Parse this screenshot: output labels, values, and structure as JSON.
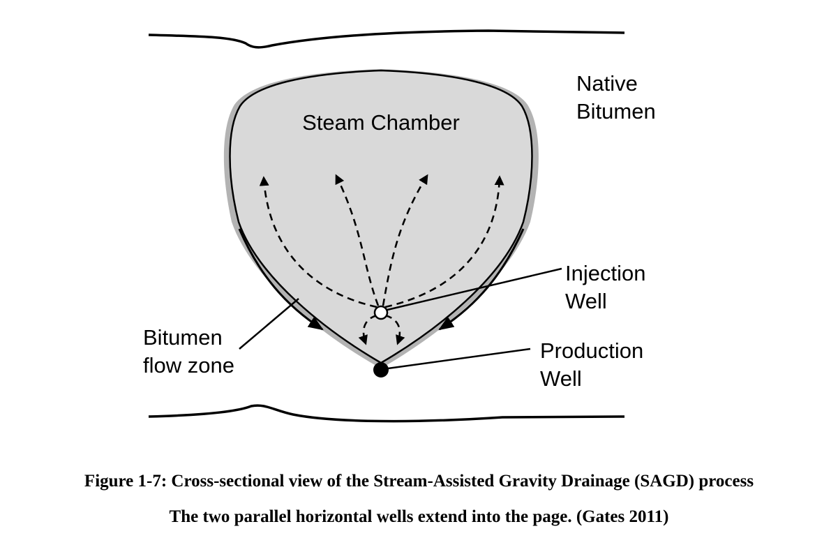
{
  "labels": {
    "native_bitumen": [
      "Native",
      "Bitumen"
    ],
    "steam_chamber": "Steam Chamber",
    "injection_well": [
      "Injection",
      "Well"
    ],
    "production_well": [
      "Production",
      "Well"
    ],
    "bitumen_flow_zone": [
      "Bitumen",
      "flow zone"
    ]
  },
  "caption": {
    "line1": "Figure 1-7: Cross-sectional view of the Stream-Assisted Gravity Drainage (SAGD) process",
    "line2": "The two parallel horizontal wells extend into the page.  (Gates 2011)"
  },
  "colors": {
    "chamber_fill": "#d9d9d9",
    "flow_zone": "#b3b3b3",
    "line": "#000000",
    "background": "#ffffff"
  }
}
